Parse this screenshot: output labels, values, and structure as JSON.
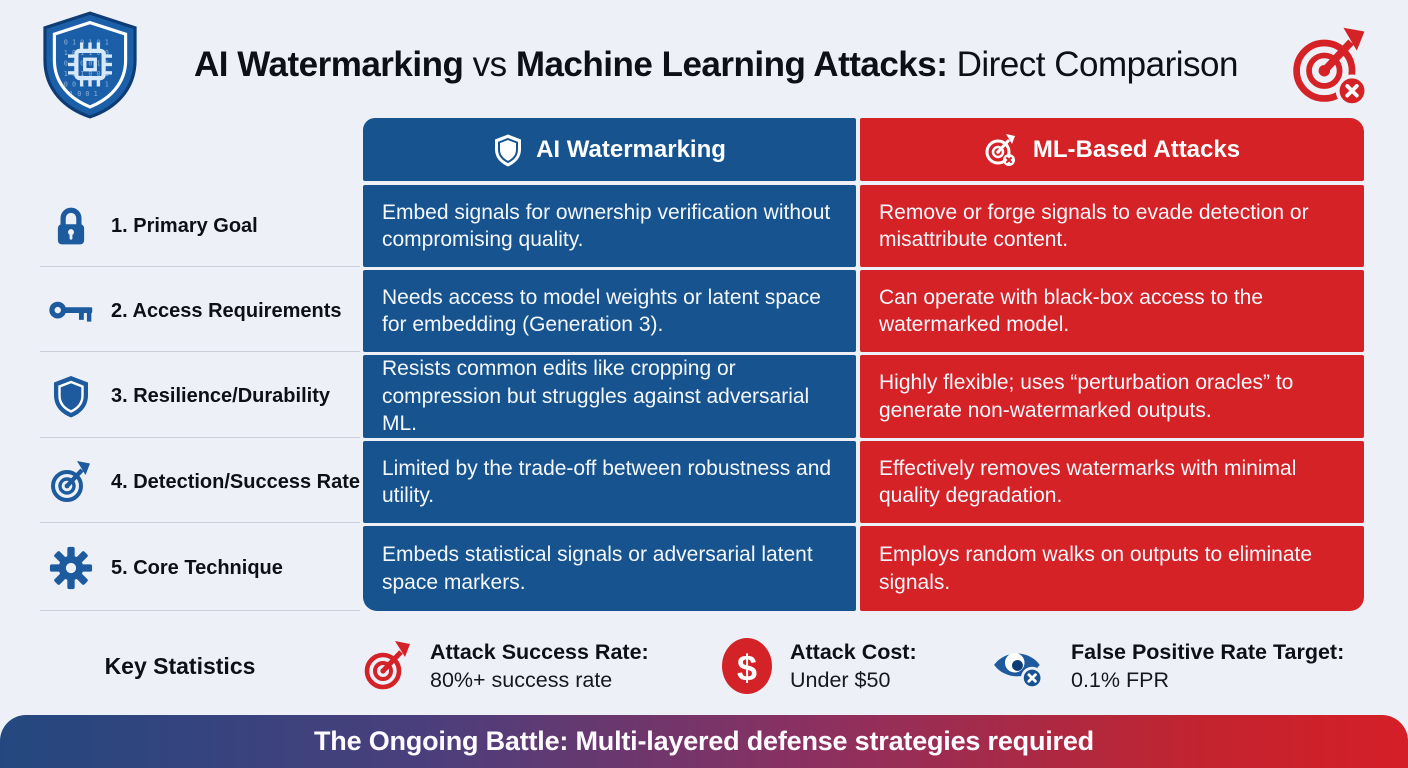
{
  "header": {
    "title_segments": [
      {
        "text": "AI Watermarking",
        "bold": true
      },
      {
        "text": " vs ",
        "bold": false
      },
      {
        "text": "Machine Learning Attacks:",
        "bold": true
      },
      {
        "text": " Direct Comparison",
        "bold": false
      }
    ],
    "logo_icon": "shield-chip-icon",
    "right_icon": "target-crossed-icon"
  },
  "table": {
    "columns": [
      {
        "label": "AI Watermarking",
        "icon": "shield-icon",
        "color": "#17548f"
      },
      {
        "label": "ML-Based Attacks",
        "icon": "target-icon",
        "color": "#d42227"
      }
    ],
    "rows": [
      {
        "icon": "lock-icon",
        "label": "1. Primary Goal",
        "watermarking": "Embed signals for ownership verification without compromising quality.",
        "attacks": "Remove or forge signals to evade detection or misattribute content."
      },
      {
        "icon": "key-icon",
        "label": "2. Access Requirements",
        "watermarking": "Needs access to model weights or latent space for embedding (Generation 3).",
        "attacks": "Can operate with black-box access to the watermarked model."
      },
      {
        "icon": "shield-icon",
        "label": "3. Resilience/Durability",
        "watermarking": "Resists common edits like cropping or compression but struggles against adversarial ML.",
        "attacks": "Highly flexible; uses “perturbation oracles” to generate non-watermarked outputs."
      },
      {
        "icon": "target-icon",
        "label": "4. Detection/Success Rate",
        "watermarking": "Limited by the trade-off between robustness and utility.",
        "attacks": "Effectively removes watermarks with minimal quality degradation."
      },
      {
        "icon": "gear-icon",
        "label": "5. Core Technique",
        "watermarking": "Embeds statistical signals or adversarial latent space markers.",
        "attacks": "Employs random walks on outputs to eliminate signals."
      }
    ]
  },
  "key_statistics": {
    "label": "Key Statistics",
    "stats": [
      {
        "icon": "target-arrow-icon",
        "title": "Attack Success Rate:",
        "value": "80%+ success rate"
      },
      {
        "icon": "dollar-icon",
        "title": "Attack Cost:",
        "value": "Under $50"
      },
      {
        "icon": "eye-blocked-icon",
        "title": "False Positive Rate Target:",
        "value": "0.1% FPR"
      }
    ]
  },
  "footer": {
    "text": "The Ongoing Battle: Multi-layered defense strategies required"
  },
  "colors": {
    "blue": "#17548f",
    "red": "#d42227",
    "icon_blue": "#1d5a9e",
    "background": "#edf1f7",
    "divider": "#c9ced8",
    "footer_gradient_start": "#23487f",
    "footer_gradient_end": "#d51f27"
  }
}
